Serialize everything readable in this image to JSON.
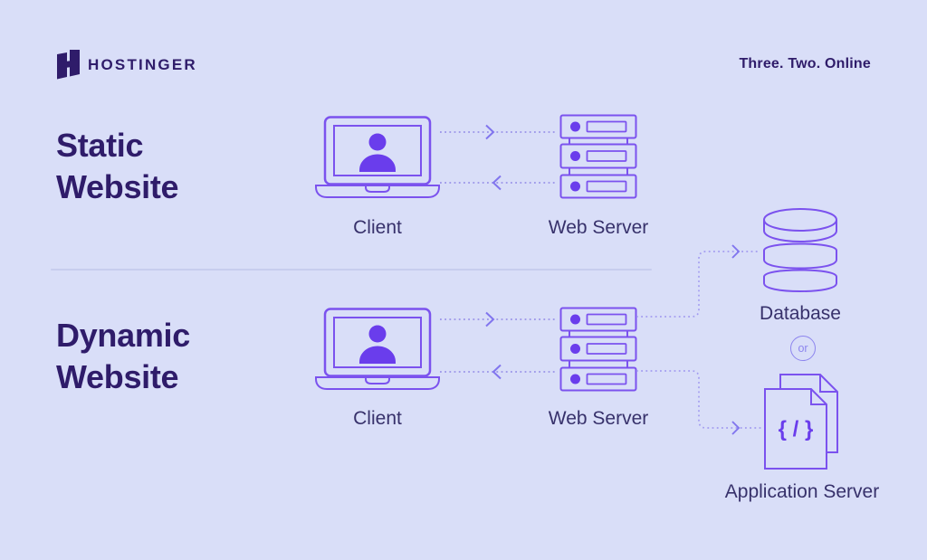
{
  "header": {
    "brand": "HOSTINGER",
    "tagline": "Three. Two. Online"
  },
  "static_section": {
    "title_line1": "Static",
    "title_line2": "Website",
    "client_label": "Client",
    "web_server_label": "Web Server"
  },
  "dynamic_section": {
    "title_line1": "Dynamic",
    "title_line2": "Website",
    "client_label": "Client",
    "web_server_label": "Web Server",
    "database_label": "Database",
    "or_label": "or",
    "app_server_label": "Application Server",
    "code_glyph": "{ / }"
  },
  "colors": {
    "background": "#d9def8",
    "heading_text": "#2f1c6a",
    "label_text": "#37316b",
    "icon_stroke": "#7b52ee",
    "icon_fill": "#6a3dec",
    "dotted_line": "#9992e8",
    "arrowhead": "#8175ee",
    "connector_line": "#a39cf0",
    "or_badge": "#8d85ee",
    "divider": "#c7cdee"
  }
}
